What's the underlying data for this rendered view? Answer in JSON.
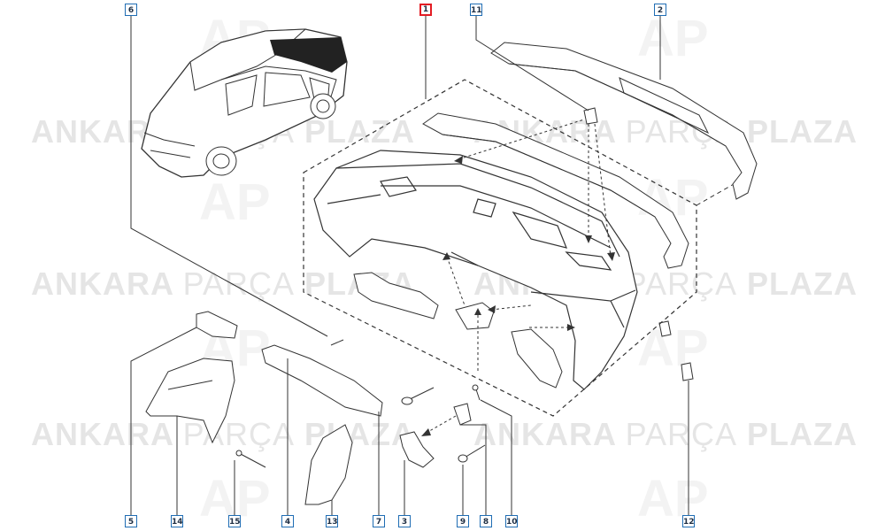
{
  "watermark": {
    "part1": "ANKARA",
    "part2": "PARÇA",
    "part3": "PLAZA",
    "logo": "AP"
  },
  "labels": {
    "1": "1",
    "2": "2",
    "3": "3",
    "4": "4",
    "5": "5",
    "6": "6",
    "7": "7",
    "8": "8",
    "9": "9",
    "10": "10",
    "11": "11",
    "12": "12",
    "13": "13",
    "14": "14",
    "15": "15"
  },
  "colors": {
    "main_label_border": "#e31b23",
    "label_border": "#1f6db4",
    "line": "#333333"
  }
}
